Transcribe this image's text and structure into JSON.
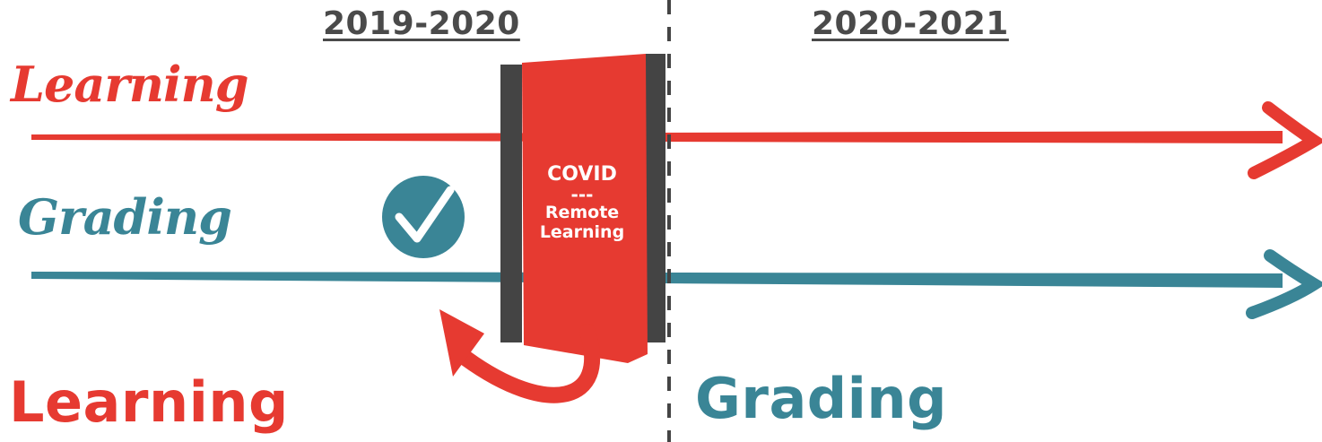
{
  "headers": {
    "left_year": "2019-2020",
    "right_year": "2020-2021"
  },
  "rows": {
    "top_label": "Learning",
    "middle_label": "Grading"
  },
  "covid_box": {
    "title": "COVID",
    "separator": "---",
    "subtitle": "Remote Learning"
  },
  "bottom": {
    "left_label": "Learning",
    "right_label": "Grading"
  },
  "icons": {
    "checkmark": "check-circle-icon"
  },
  "colors": {
    "red": "#e63a31",
    "teal": "#3a8596",
    "gray": "#4a4a4a",
    "dark": "#444444"
  }
}
